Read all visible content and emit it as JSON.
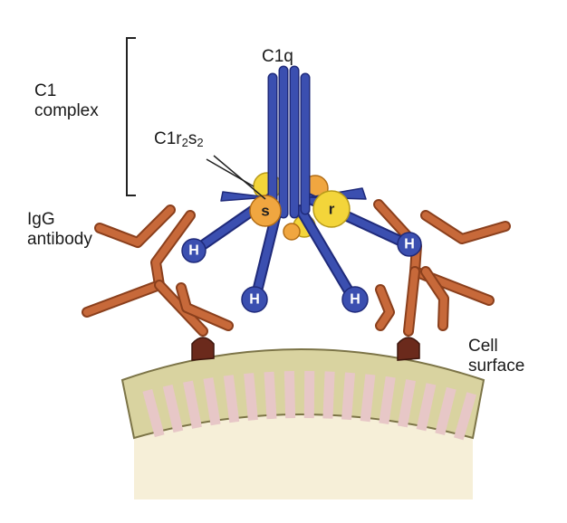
{
  "labels": {
    "c1q": "C1q",
    "c1_line1": "C1",
    "c1_line2": "complex",
    "c1r_main": "C1r",
    "c1r_sub1": "2",
    "c1r_mid": "s",
    "c1r_sub2": "2",
    "igg_line1": "IgG",
    "igg_line2": "antibody",
    "cell_line1": "Cell",
    "cell_line2": "surface"
  },
  "head_letter": "H",
  "s_letter": "s",
  "r_letter": "r",
  "colors": {
    "c1q_blue": "#3b4fb0",
    "c1q_outline": "#1f2a7a",
    "antibody": "#c7693a",
    "antibody_outline": "#8a3f1c",
    "anchor": "#6b2a1c",
    "c1r_yellow": "#f3d53a",
    "c1s_orange": "#f0a640",
    "membrane_outer": "#d9d3a0",
    "membrane_stripes": "#e7c7c7",
    "cell_interior": "#f6efd8"
  }
}
